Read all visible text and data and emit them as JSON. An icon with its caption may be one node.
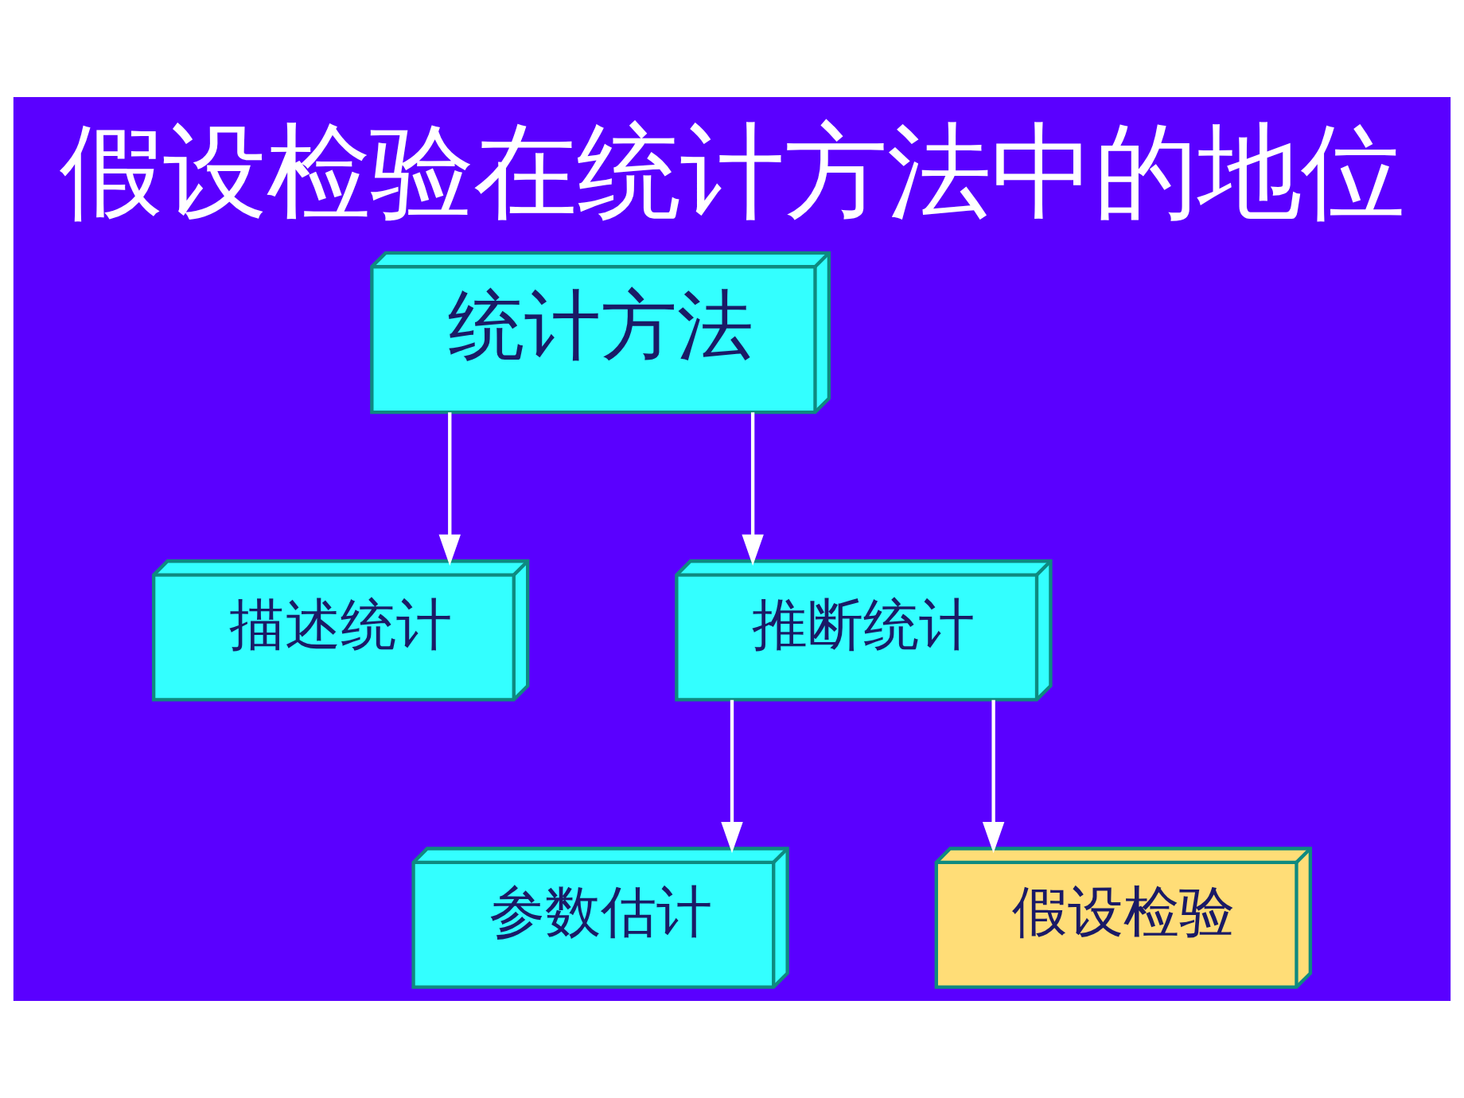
{
  "diagram": {
    "title": "假设检验在统计方法中的地位",
    "nodes": [
      {
        "text": [
          "统计方法"
        ]
      },
      {
        "text": [
          "描述统计"
        ]
      },
      {
        "text": [
          "推断统计"
        ]
      },
      {
        "text": [
          "参数估计"
        ]
      },
      {
        "text": [
          "假设检验"
        ]
      }
    ],
    "edges": [
      {
        "from": 0,
        "to": 1,
        "arrow": "to"
      },
      {
        "from": 0,
        "to": 2,
        "arrow": "to"
      },
      {
        "from": 2,
        "to": 3,
        "arrow": "to"
      },
      {
        "from": 2,
        "to": 4,
        "arrow": "to"
      }
    ]
  }
}
